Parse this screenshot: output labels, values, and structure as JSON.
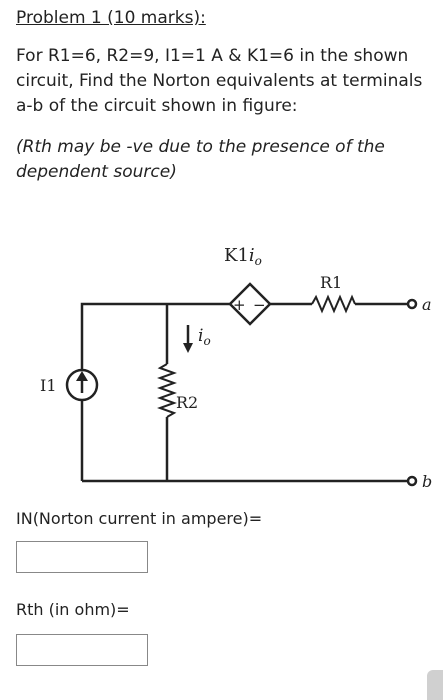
{
  "problem": {
    "title": "Problem 1 (10 marks):",
    "statement": "For R1=6, R2=9, I1=1 A & K1=6 in the shown circuit, Find the Norton equivalents at terminals a-b of the circuit shown in figure:",
    "note": "(Rth may be -ve due to the presence of the dependent source)"
  },
  "circuit": {
    "dependent_source_label": "K1",
    "dependent_source_var": "i",
    "subscript_o": "o",
    "plus": "+",
    "minus": "−",
    "r1_label": "R1",
    "r2_label": "R2",
    "i1_label": "I1",
    "io_label": "i",
    "terminal_a": "a",
    "terminal_b": "b"
  },
  "questions": {
    "norton_current_label": "IN(Norton current in ampere)=",
    "norton_current_value": "",
    "rth_label": "Rth (in ohm)=",
    "rth_value": ""
  }
}
